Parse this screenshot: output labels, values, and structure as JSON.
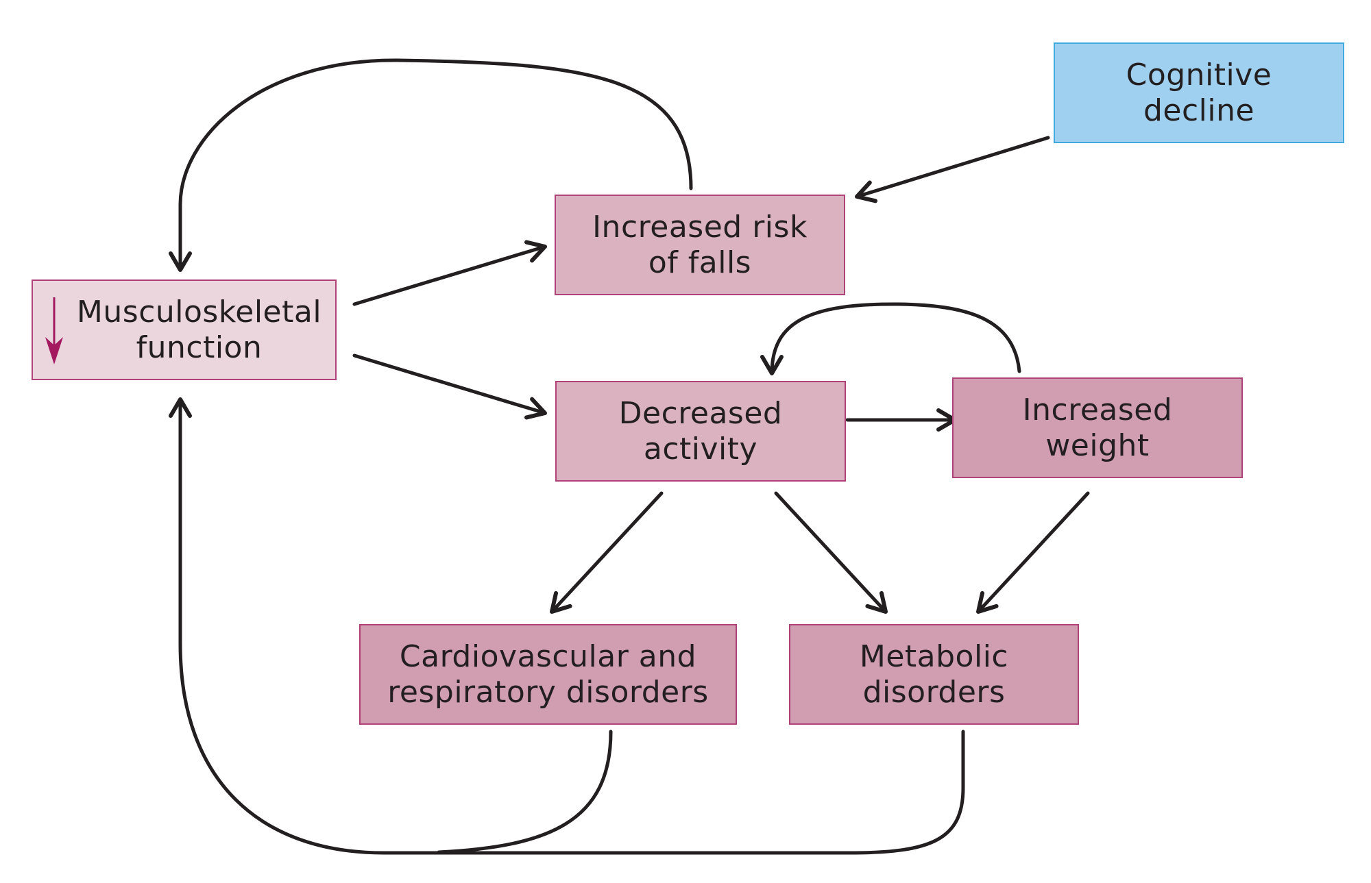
{
  "diagram": {
    "colors": {
      "arrow": "#231f20",
      "decrease_marker": "#a3185f",
      "node_border": "#b0427a",
      "light_pink": "#ecd6de",
      "mid_pink": "#dab2c0",
      "dark_pink": "#d19db1",
      "blue": "#a0d0ef",
      "blue_border": "#3fa9e0"
    },
    "nodes": {
      "musculo": {
        "label": "Musculoskeletal\nfunction",
        "modifier_icon": "down-arrow-icon",
        "modifier_meaning": "decreased"
      },
      "falls": {
        "label": "Increased risk\nof falls"
      },
      "cognitive": {
        "label": "Cognitive\ndecline"
      },
      "activity": {
        "label": "Decreased\nactivity"
      },
      "weight": {
        "label": "Increased\nweight"
      },
      "cardio": {
        "label": "Cardiovascular and\nrespiratory disorders"
      },
      "metabolic": {
        "label": "Metabolic\ndisorders"
      }
    },
    "edges": [
      {
        "from": "falls",
        "to": "musculo"
      },
      {
        "from": "musculo",
        "to": "falls"
      },
      {
        "from": "musculo",
        "to": "activity"
      },
      {
        "from": "cognitive",
        "to": "falls"
      },
      {
        "from": "activity",
        "to": "weight"
      },
      {
        "from": "weight",
        "to": "activity"
      },
      {
        "from": "activity",
        "to": "cardio"
      },
      {
        "from": "activity",
        "to": "metabolic"
      },
      {
        "from": "weight",
        "to": "metabolic"
      },
      {
        "from": "cardio",
        "to": "musculo"
      },
      {
        "from": "metabolic",
        "to": "musculo"
      }
    ]
  }
}
